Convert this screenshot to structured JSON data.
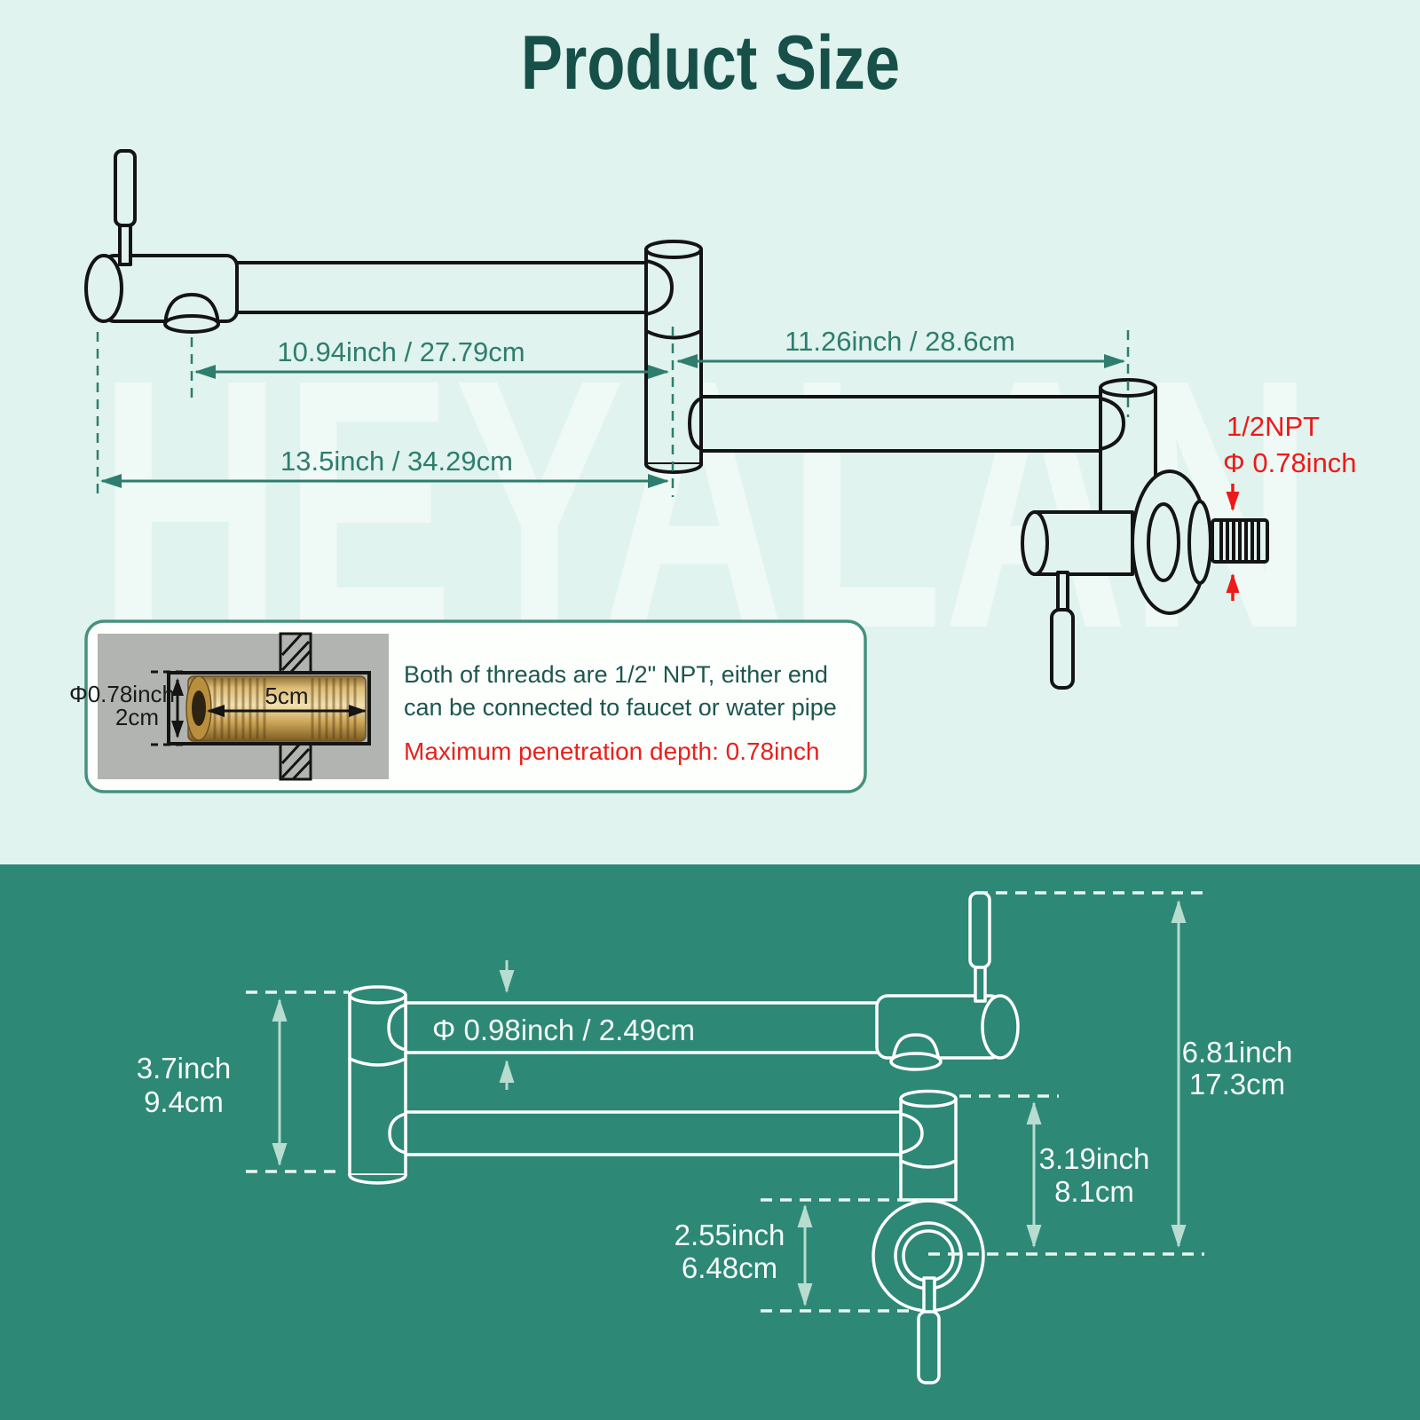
{
  "title": "Product Size",
  "watermark": "HEYALAN",
  "colors": {
    "top_background": "#e0f3ee",
    "bottom_background": "#2e8876",
    "title_text": "#175049",
    "dimension_teal": "#2e7d6e",
    "warning_red": "#ec1a1a",
    "line_black": "#141414",
    "line_white": "#ffffff"
  },
  "top_diagram": {
    "dim_spout_to_center_joint": "10.94inch / 27.79cm",
    "dim_overall_reach": "13.5inch / 34.29cm",
    "dim_center_joint_to_wall": "11.26inch / 28.6cm",
    "thread_type": "1/2NPT",
    "thread_diameter": "Φ 0.78inch"
  },
  "inset": {
    "nipple_diameter": "Φ0.78inch",
    "nipple_diameter_cm": "2cm",
    "nipple_length": "5cm",
    "note_line1": "Both of threads are 1/2\" NPT, either end",
    "note_line2": "can be connected to faucet or water pipe",
    "warning": "Maximum penetration depth: 0.78inch"
  },
  "bottom_diagram": {
    "joint_height_inch": "3.7inch",
    "joint_height_cm": "9.4cm",
    "pipe_diameter": "Φ 0.98inch / 2.49cm",
    "overall_height_inch": "6.81inch",
    "overall_height_cm": "17.3cm",
    "wall_pipe_height_inch": "3.19inch",
    "wall_pipe_height_cm": "8.1cm",
    "flange_diameter_inch": "2.55inch",
    "flange_diameter_cm": "6.48cm"
  }
}
